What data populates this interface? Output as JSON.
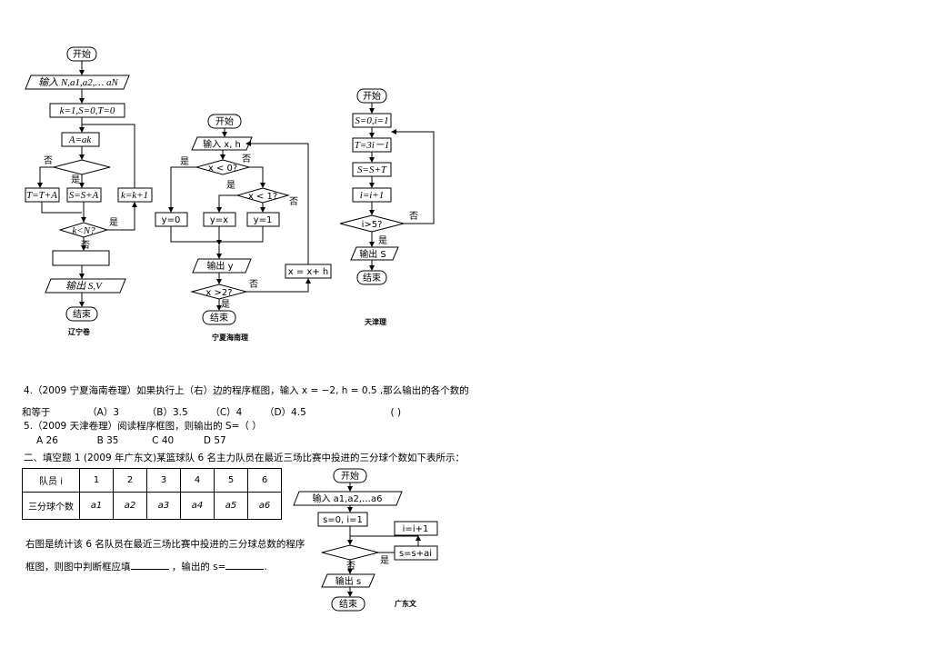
{
  "chart1": {
    "start": "开始",
    "input": "输入 N,a1,a2,… aN",
    "init": "k=1,S=0,T=0",
    "assign": "A=ak",
    "no": "否",
    "yes": "是",
    "tbox": "T=T+A",
    "sbox": "S=S+A",
    "kbox": "k=k+1",
    "cond": "k<N?",
    "yes2": "是",
    "no2": "否",
    "output": "输出 S,V",
    "end": "结束",
    "caption": "辽宁卷"
  },
  "chart2": {
    "start": "开始",
    "input": "输入 x, h",
    "yes": "是",
    "cond1": "x < 0?",
    "no": "否",
    "yes2": "是",
    "cond2": "x < 1?",
    "no2": "否",
    "box1": "y=0",
    "box2": "y=x",
    "box3": "y=1",
    "output": "输出 y",
    "incr": "x = x+ h",
    "cond3": "x >2?",
    "no3": "否",
    "yes3": "是",
    "end": "结束",
    "caption": "宁夏海南理"
  },
  "chart3": {
    "start": "开始",
    "init": "S=0,i=1",
    "tbox": "T=3i－1",
    "sbox": "S=S+T",
    "ibox": "i=i+1",
    "cond": "i>5?",
    "no": "否",
    "yes": "是",
    "output": "输出 S",
    "end": "结束",
    "caption": "天津理"
  },
  "chart4": {
    "start": "开始",
    "input": "输入 a1,a2,…a6",
    "init": "s=0, i=1",
    "ibox": "i=i+1",
    "sbox": "s=s+ai",
    "yes": "是",
    "no": "否",
    "output": "输出 s",
    "end": "结束",
    "caption": "广东文"
  },
  "q4": {
    "line1": "4.（2009 宁夏海南卷理）如果执行上（右）边的程序框图，输入 x = −2, h = 0.5 ,那么输出的各个数的",
    "line2_prefix": "和等于",
    "opt_a": "（A）3",
    "opt_b": "（B）3.5",
    "opt_c": "（C）4",
    "opt_d": "（D）4.5",
    "paren": "(        )"
  },
  "q5": {
    "line1": "5.（2009 天津卷理）阅读程序框图，则输出的 S=（     ）",
    "opt_a": "A   26",
    "opt_b": "B 35",
    "opt_c": "C 40",
    "opt_d": "D 57"
  },
  "fill": {
    "heading": "二、填空题 1 (2009 年广东文)某篮球队 6 名主力队员在最近三场比赛中投进的三分球个数如下表所示："
  },
  "table": {
    "header": [
      "队员 i",
      "1",
      "2",
      "3",
      "4",
      "5",
      "6"
    ],
    "row_label": "三分球个数",
    "row_values": [
      "a1",
      "a2",
      "a3",
      "a4",
      "a5",
      "a6"
    ]
  },
  "desc": {
    "line1": "右图是统计该 6 名队员在最近三场比赛中投进的三分球总数的程序",
    "line2_a": "框图，则图中判断框应填",
    "line2_b": "，输出的 s=",
    "line2_end": "."
  }
}
